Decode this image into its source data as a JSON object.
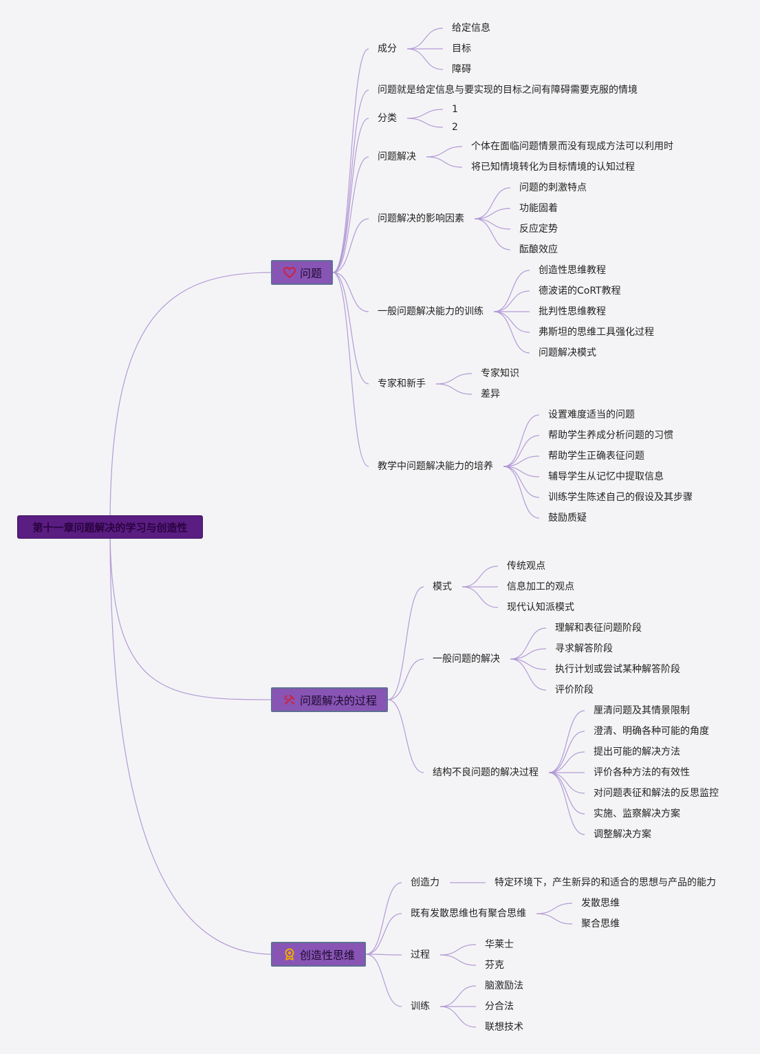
{
  "root": "第十一章问题解决的学习与创造性",
  "branches": {
    "problem": {
      "label": "问题",
      "icon": "heart-icon",
      "composition": {
        "label": "成分",
        "items": [
          "给定信息",
          "目标",
          "障碍"
        ]
      },
      "definition": "问题就是给定信息与要实现的目标之间有障碍需要克服的情境",
      "classification": {
        "label": "分类",
        "items": [
          "1",
          "2"
        ]
      },
      "solving": {
        "label": "问题解决",
        "items": [
          "个体在面临问题情景而没有现成方法可以利用时",
          "将已知情境转化为目标情境的认知过程"
        ]
      },
      "factors": {
        "label": "问题解决的影响因素",
        "items": [
          "问题的刺激特点",
          "功能固着",
          "反应定势",
          "酝酿效应"
        ]
      },
      "training": {
        "label": "一般问题解决能力的训练",
        "items": [
          "创造性思维教程",
          "德波诺的CoRT教程",
          "批判性思维教程",
          "弗斯坦的思维工具强化过程",
          "问题解决模式"
        ]
      },
      "expert": {
        "label": "专家和新手",
        "items": [
          "专家知识",
          "差异"
        ]
      },
      "teaching": {
        "label": "教学中问题解决能力的培养",
        "items": [
          "设置难度适当的问题",
          "帮助学生养成分析问题的习惯",
          "帮助学生正确表征问题",
          "辅导学生从记忆中提取信息",
          "训练学生陈述自己的假设及其步骤",
          "鼓励质疑"
        ]
      }
    },
    "process": {
      "label": "问题解决的过程",
      "icon": "tools-icon",
      "mode": {
        "label": "模式",
        "items": [
          "传统观点",
          "信息加工的观点",
          "现代认知派模式"
        ]
      },
      "general": {
        "label": "一般问题的解决",
        "items": [
          "理解和表征问题阶段",
          "寻求解答阶段",
          "执行计划或尝试某种解答阶段",
          "评价阶段"
        ]
      },
      "illstructured": {
        "label": "结构不良问题的解决过程",
        "items": [
          "厘清问题及其情景限制",
          "澄清、明确各种可能的角度",
          "提出可能的解决方法",
          "评价各种方法的有效性",
          "对问题表征和解法的反思监控",
          "实施、监察解决方案",
          "调整解决方案"
        ]
      }
    },
    "creative": {
      "label": "创造性思维",
      "icon": "award-icon",
      "creativity": {
        "label": "创造力",
        "items": [
          "特定环境下，产生新异的和适合的思想与产品的能力"
        ]
      },
      "thinking": {
        "label": "既有发散思维也有聚合思维",
        "items": [
          "发散思维",
          "聚合思维"
        ]
      },
      "course": {
        "label": "过程",
        "items": [
          "华莱士",
          "芬克"
        ]
      },
      "practice": {
        "label": "训练",
        "items": [
          "脑激励法",
          "分合法",
          "联想技术"
        ]
      }
    }
  },
  "colors": {
    "root": "#5a1d82",
    "branch": "#8855b5",
    "branch_border": "#5d6f93",
    "line": "#b39ad6",
    "background": "#f4f4f6"
  }
}
